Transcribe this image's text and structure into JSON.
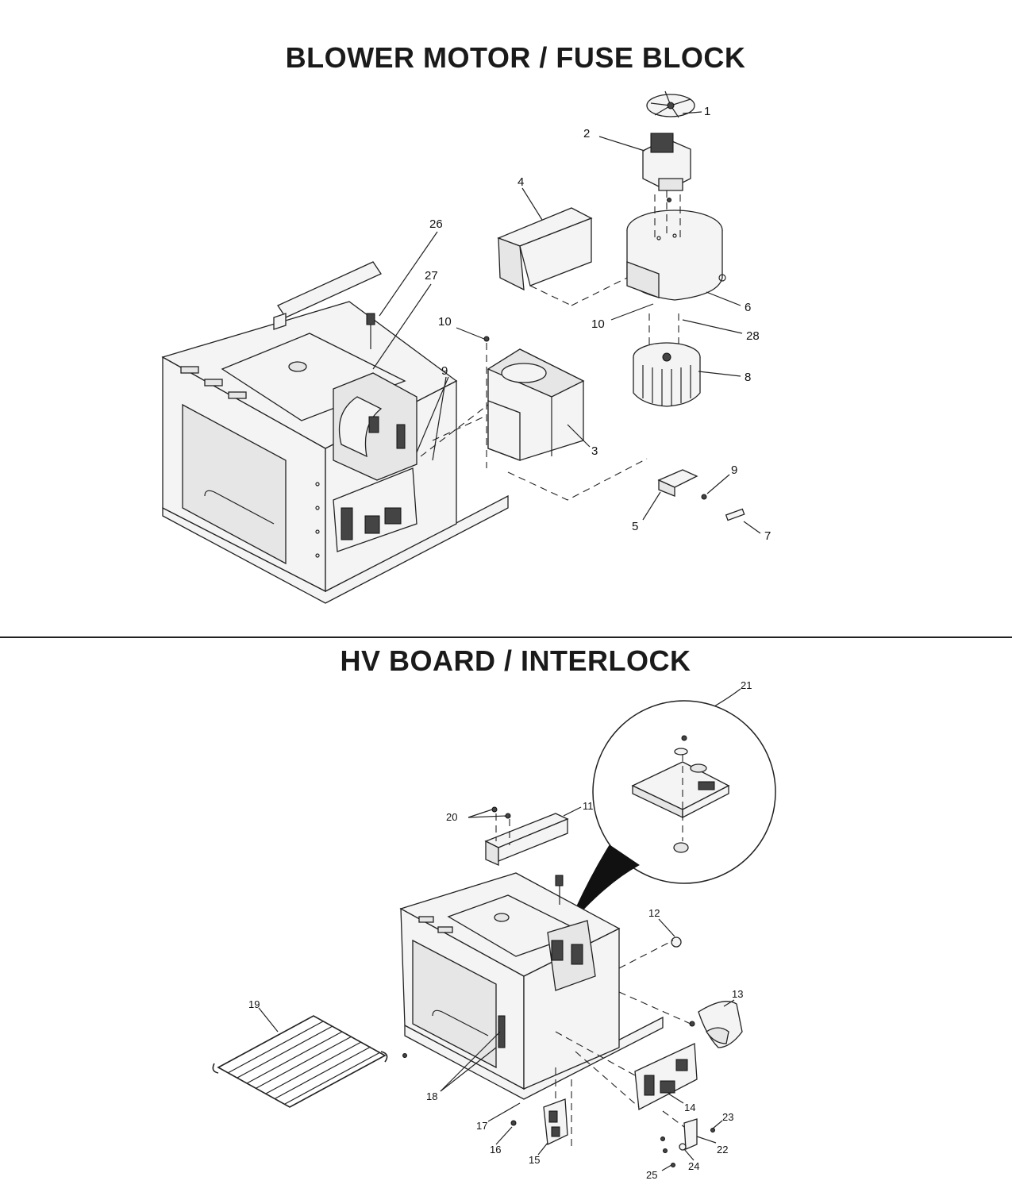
{
  "sections": {
    "top_title": "BLOWER MOTOR / FUSE BLOCK",
    "bottom_title": "HV BOARD / INTERLOCK"
  },
  "callouts": {
    "c1": "1",
    "c2": "2",
    "c3": "3",
    "c4": "4",
    "c5": "5",
    "c6": "6",
    "c7": "7",
    "c8": "8",
    "c9a": "9",
    "c9b": "9",
    "c10a": "10",
    "c10b": "10",
    "c26": "26",
    "c27": "27",
    "c28": "28",
    "c11": "11",
    "c12": "12",
    "c13": "13",
    "c14": "14",
    "c15": "15",
    "c16": "16",
    "c17": "17",
    "c18": "18",
    "c19": "19",
    "c20": "20",
    "c21": "21",
    "c22": "22",
    "c23": "23",
    "c24": "24",
    "c25": "25"
  }
}
